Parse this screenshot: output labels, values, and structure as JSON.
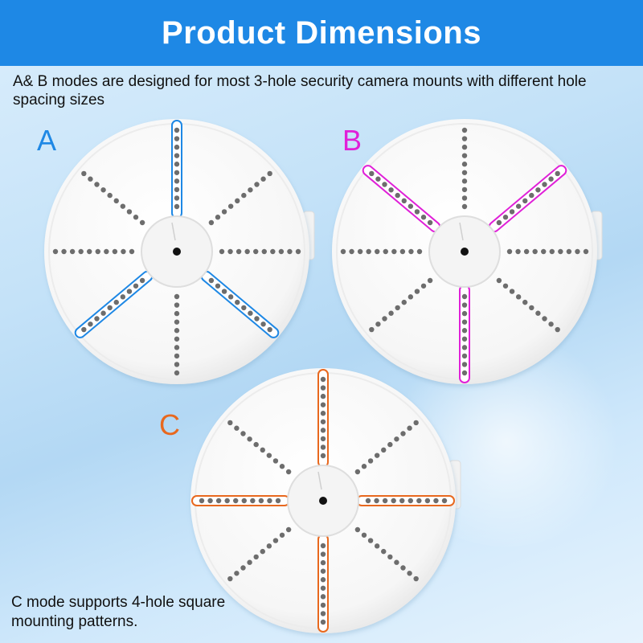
{
  "header": {
    "title": "Product Dimensions"
  },
  "description": "A& B modes are designed for most 3-hole security camera mounts with different hole spacing sizes",
  "bottom_note": "C mode supports 4-hole square mounting patterns.",
  "modes": [
    {
      "letter": "A",
      "color": "#1e88e5",
      "highlighted_arms": [
        0,
        2,
        4
      ]
    },
    {
      "letter": "B",
      "color": "#e020d8",
      "highlighted_arms": [
        1,
        3,
        5
      ]
    },
    {
      "letter": "C",
      "color": "#e8681e",
      "highlighted_arms": [
        0,
        1,
        3,
        4
      ]
    }
  ],
  "colors": {
    "banner": "#1e88e5",
    "plate": "#ffffff",
    "hole": "#6d6d6d"
  }
}
